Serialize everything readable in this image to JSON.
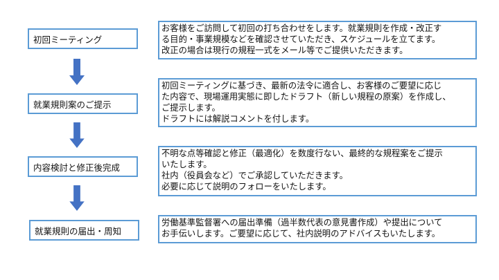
{
  "steps": [
    {
      "title": "初回ミーティング",
      "lines": [
        "お客様をご訪問して初回の打ち合わせをします。就業規則を作成・改正す",
        "る目的・事業規模などを確認させていただき、スケジュールを立てます。",
        "改正の場合は現行の規程一式をメール等でご提供いただきます。"
      ]
    },
    {
      "title": "就業規則案のご提示",
      "lines": [
        "初回ミーティングに基づき、最新の法令に適合し、お客様のご要望に応じ",
        "た内容で、現場運用実態に即したドラフト（新しい規程の原案）を作成し、",
        "ご提示します。",
        "ドラフトには解説コメントを付します。"
      ]
    },
    {
      "title": "内容検討と修正後完成",
      "lines": [
        "不明な点等確認と修正（最適化）を数度行ない、最終的な規程案をご提示",
        "いたします。",
        "社内（役員会など）でご承認していただきます。",
        "必要に応じて説明のフォローをいたします。"
      ]
    },
    {
      "title": "就業規則の届出・周知",
      "lines": [
        "労働基準監督署への届出準備（過半数代表の意見書作成）や提出について",
        "お手伝いします。ご要望に応じて、社内説明のアドバイスもいたします。"
      ]
    }
  ],
  "colors": {
    "border": "#5b9bd5",
    "arrow": "#4472c4"
  }
}
